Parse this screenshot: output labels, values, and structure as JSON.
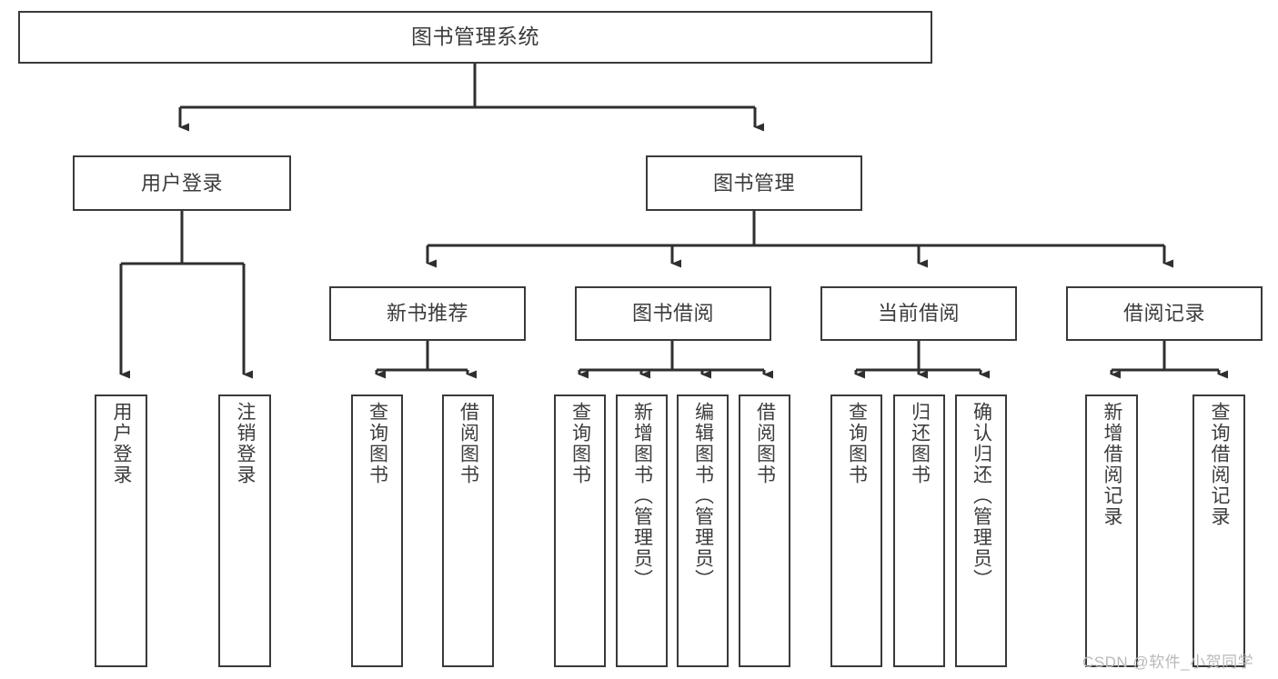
{
  "diagram": {
    "type": "tree-hierarchy-chart",
    "title": "图书管理系统",
    "theme": {
      "background": "#ffffff",
      "box_border": "#3a3a3a",
      "box_fill": "#ffffff",
      "text": "#3c3c3c",
      "connector": "#2f2f2f",
      "watermark": "#b9b9b9"
    },
    "levels": {
      "level1": [
        "图书管理系统"
      ],
      "level2": [
        "用户登录",
        "图书管理"
      ],
      "level3": [
        "新书推荐",
        "图书借阅",
        "当前借阅",
        "借阅记录"
      ],
      "level4": [
        "用户登录",
        "注销登录",
        "查询图书",
        "借阅图书",
        "查询图书",
        "新增图书（管理员）",
        "编辑图书（管理员）",
        "借阅图书",
        "查询图书",
        "归还图书",
        "确认归还（管理员）",
        "新增借阅记录",
        "查询借阅记录"
      ]
    },
    "nodes": {
      "root": {
        "label": "图书管理系统"
      },
      "user_login": {
        "label": "用户登录"
      },
      "book_manage": {
        "label": "图书管理"
      },
      "new_book_rec": {
        "label": "新书推荐"
      },
      "book_borrow": {
        "label": "图书借阅"
      },
      "current_borrow": {
        "label": "当前借阅"
      },
      "borrow_record": {
        "label": "借阅记录"
      },
      "leaf_user_login": {
        "label": "用户登录"
      },
      "leaf_logout": {
        "label": "注销登录"
      },
      "leaf_query_book_1": {
        "label": "查询图书"
      },
      "leaf_borrow_book_1": {
        "label": "借阅图书"
      },
      "leaf_query_book_2": {
        "label": "查询图书"
      },
      "leaf_add_book": {
        "label": "新增图书（管理员）"
      },
      "leaf_edit_book": {
        "label": "编辑图书（管理员）"
      },
      "leaf_borrow_book_2": {
        "label": "借阅图书"
      },
      "leaf_query_book_3": {
        "label": "查询图书"
      },
      "leaf_return_book": {
        "label": "归还图书"
      },
      "leaf_confirm_return": {
        "label": "确认归还（管理员）"
      },
      "leaf_add_record": {
        "label": "新增借阅记录"
      },
      "leaf_query_record": {
        "label": "查询借阅记录"
      }
    },
    "edges": [
      {
        "from": "root",
        "to": "user_login"
      },
      {
        "from": "root",
        "to": "book_manage"
      },
      {
        "from": "user_login",
        "to": "leaf_user_login"
      },
      {
        "from": "user_login",
        "to": "leaf_logout"
      },
      {
        "from": "book_manage",
        "to": "new_book_rec"
      },
      {
        "from": "book_manage",
        "to": "book_borrow"
      },
      {
        "from": "book_manage",
        "to": "current_borrow"
      },
      {
        "from": "book_manage",
        "to": "borrow_record"
      },
      {
        "from": "new_book_rec",
        "to": "leaf_query_book_1"
      },
      {
        "from": "new_book_rec",
        "to": "leaf_borrow_book_1"
      },
      {
        "from": "book_borrow",
        "to": "leaf_query_book_2"
      },
      {
        "from": "book_borrow",
        "to": "leaf_add_book"
      },
      {
        "from": "book_borrow",
        "to": "leaf_edit_book"
      },
      {
        "from": "book_borrow",
        "to": "leaf_borrow_book_2"
      },
      {
        "from": "current_borrow",
        "to": "leaf_query_book_3"
      },
      {
        "from": "current_borrow",
        "to": "leaf_return_book"
      },
      {
        "from": "current_borrow",
        "to": "leaf_confirm_return"
      },
      {
        "from": "borrow_record",
        "to": "leaf_add_record"
      },
      {
        "from": "borrow_record",
        "to": "leaf_query_record"
      }
    ],
    "watermark": "CSDN @软件_小贺同学"
  }
}
